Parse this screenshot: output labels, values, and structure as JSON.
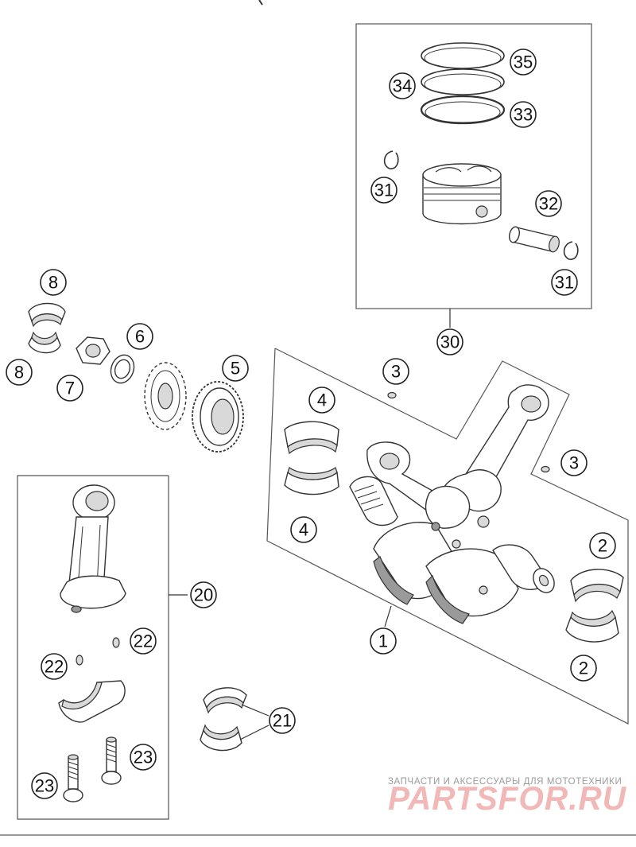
{
  "callouts": {
    "c1": "1",
    "c2a": "2",
    "c2b": "2",
    "c3a": "3",
    "c3b": "3",
    "c4a": "4",
    "c4b": "4",
    "c5": "5",
    "c6": "6",
    "c7": "7",
    "c8a": "8",
    "c8b": "8",
    "c20": "20",
    "c21": "21",
    "c22a": "22",
    "c22b": "22",
    "c23a": "23",
    "c23b": "23",
    "c30": "30",
    "c31a": "31",
    "c31b": "31",
    "c32": "32",
    "c33": "33",
    "c34": "34",
    "c35": "35"
  },
  "watermark": {
    "caption": "ЗАПЧАСТИ И АКСЕССУАРЫ ДЛЯ МОТОТЕХНИКИ",
    "logo": "PARTSFOR.RU"
  }
}
